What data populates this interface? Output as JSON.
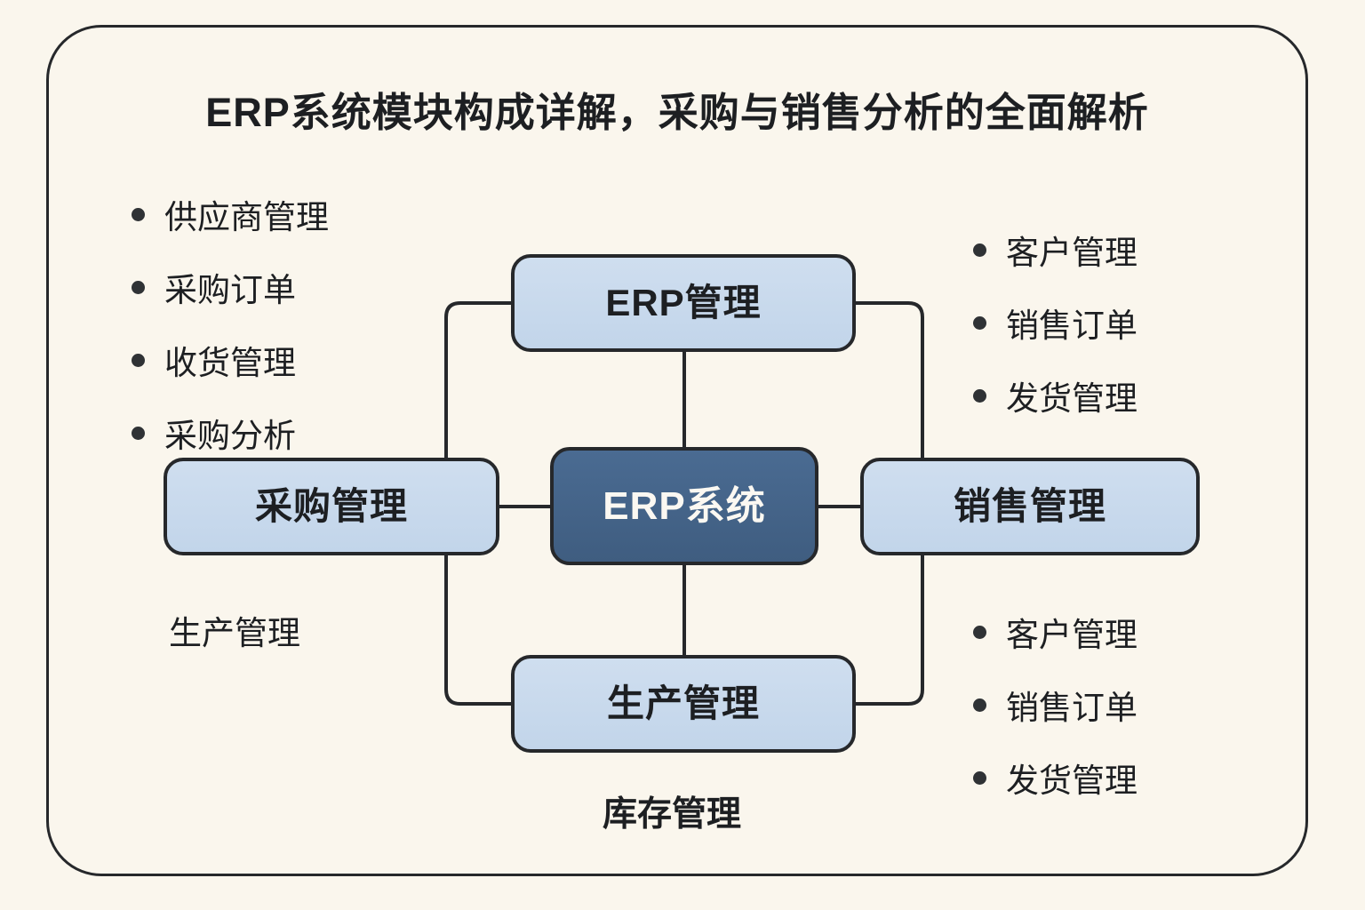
{
  "title": "ERP系统模块构成详解，采购与销售分析的全面解析",
  "colors": {
    "background": "#faf6ed",
    "frame_border": "#26282b",
    "node_light_fill": "#c6d8ec",
    "node_dark_fill": "#46648a",
    "node_border": "#26282b",
    "text": "#1d1f22",
    "text_inverse": "#fbf8f2",
    "bullet_dot": "#2f3235"
  },
  "nodes": {
    "erp_manage": "ERP管理",
    "erp_system": "ERP系统",
    "purchase": "采购管理",
    "sales": "销售管理",
    "production": "生产管理"
  },
  "bullets": {
    "purchase": [
      "供应商管理",
      "采购订单",
      "收货管理",
      "采购分析"
    ],
    "sales_top": [
      "客户管理",
      "销售订单",
      "发货管理"
    ],
    "sales_bottom": [
      "客户管理",
      "销售订单",
      "发货管理"
    ]
  },
  "labels": {
    "production_plain": "生产管理",
    "inventory_plain": "库存管理"
  },
  "chart_data": {
    "type": "diagram",
    "layout": "hub-and-spoke",
    "title": "ERP系统模块构成详解，采购与销售分析的全面解析",
    "center": "ERP系统",
    "spokes": [
      "ERP管理",
      "采购管理",
      "销售管理",
      "生产管理"
    ],
    "edges": [
      {
        "from": "ERP系统",
        "to": "ERP管理",
        "style": "straight-vertical"
      },
      {
        "from": "ERP系统",
        "to": "采购管理",
        "style": "straight-horizontal"
      },
      {
        "from": "ERP系统",
        "to": "销售管理",
        "style": "straight-horizontal"
      },
      {
        "from": "ERP系统",
        "to": "生产管理",
        "style": "straight-vertical"
      },
      {
        "from": "ERP管理",
        "to": "采购管理",
        "style": "elbow-left"
      },
      {
        "from": "ERP管理",
        "to": "销售管理",
        "style": "elbow-right"
      },
      {
        "from": "采购管理",
        "to": "生产管理",
        "style": "elbow-left"
      },
      {
        "from": "销售管理",
        "to": "生产管理",
        "style": "elbow-right"
      }
    ]
  }
}
